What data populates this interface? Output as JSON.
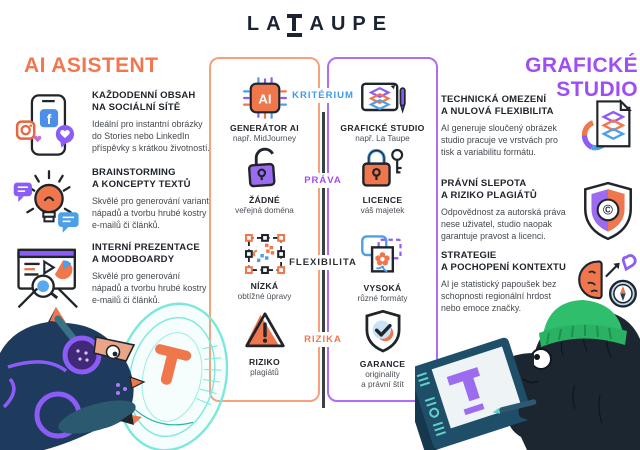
{
  "logo": {
    "prefix": "LA",
    "suffix": "AUPE"
  },
  "colors": {
    "accent_orange": "#F4764F",
    "accent_purple": "#A04DF2",
    "accent_blue": "#3D9BE9",
    "panel_border_orange": "#F8A07C",
    "panel_border_purple": "#B06CF5",
    "text_dark": "#20242B",
    "mole_navy": "#1E3A5C",
    "mole_black": "#1C2631",
    "beanie_green": "#2FBE6C",
    "hologram_cyan": "#7BE8DC"
  },
  "left_column": {
    "title": "AI ASISTENT",
    "items": [
      {
        "icon": "phone-social-icon",
        "title": "KAŽDODENNÍ OBSAH\nNA SOCIÁLNÍ SÍTĚ",
        "body": "Ideální pro instantní obrázky do Stories nebo LinkedIn příspěvky s krátkou životností."
      },
      {
        "icon": "lightbulb-icon",
        "title": "BRAINSTORMING\nA KONCEPTY TEXTŮ",
        "body": "Skvělé pro generování variant nápadů a tvorbu hrubé kostry e-mailů či článků."
      },
      {
        "icon": "presentation-icon",
        "title": "INTERNÍ PREZENTACE\nA MOODBOARDY",
        "body": "Skvělé pro generování nápadů a tvorbu hrubé kostry e-mailů či článků."
      }
    ]
  },
  "right_column": {
    "title": "GRAFICKÉ STUDIO",
    "items": [
      {
        "icon": "layered-files-icon",
        "title": "TECHNICKÁ OMEZENÍ\nA NULOVÁ FLEXIBILITA",
        "body": "AI generuje sloučený obrázek studio pracuje ve vrstvách pro tisk a variabilitu formátu."
      },
      {
        "icon": "copyright-shield-icon",
        "title": "PRÁVNÍ SLEPOTA\nA RIZIKO PLAGIÁTŮ",
        "body": "Odpovědnost za autorská práva nese uživatel, studio naopak garantuje pravost a licenci."
      },
      {
        "icon": "brain-heart-compass-icon",
        "title": "STRATEGIE\nA POCHOPENÍ KONTEXTU",
        "body": "AI je statistický papoušek bez schopnosti regionální hrdost nebo emoce značky."
      }
    ]
  },
  "comparison": {
    "criteria": [
      {
        "label": "KRITÉRIUM",
        "color": "#3D9BE9"
      },
      {
        "label": "PRÁVA",
        "color": "#A14DF0"
      },
      {
        "label": "FLEXIBILITA",
        "color": "#2B2F34"
      },
      {
        "label": "RIZIKA",
        "color": "#F4764F"
      }
    ],
    "ai_side": {
      "rows": [
        {
          "icon": "ai-chip-icon",
          "title": "GENERÁTOR AI",
          "subtitle": "např. MidJourney"
        },
        {
          "icon": "open-padlock-icon",
          "title": "ŽÁDNÉ",
          "subtitle": "veřejná doména"
        },
        {
          "icon": "pixel-selection-icon",
          "title": "NÍZKÁ",
          "subtitle": "obtížné úpravy"
        },
        {
          "icon": "warning-triangle-icon",
          "title": "RIZIKO",
          "subtitle": "plagiátů"
        }
      ]
    },
    "studio_side": {
      "rows": [
        {
          "icon": "tablet-layers-icon",
          "title": "GRAFICKÉ STUDIO",
          "subtitle": "např. La Taupe"
        },
        {
          "icon": "locked-padlock-key-icon",
          "title": "LICENCE",
          "subtitle": "váš majetek"
        },
        {
          "icon": "format-frames-icon",
          "title": "VYSOKÁ",
          "subtitle": "různé formáty"
        },
        {
          "icon": "shield-check-icon",
          "title": "GARANCE",
          "subtitle": "originality\na právní štít"
        }
      ]
    }
  }
}
